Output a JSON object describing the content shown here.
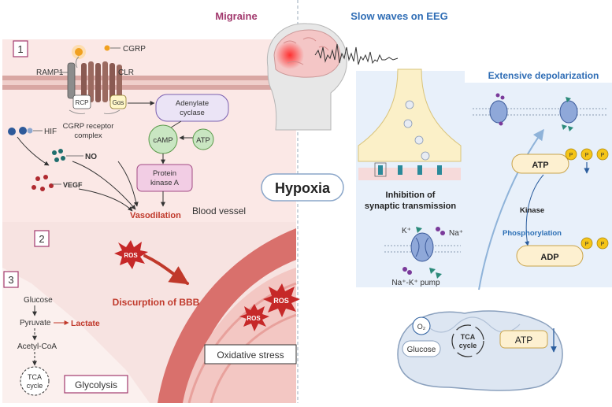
{
  "headings": {
    "migraine": "Migraine",
    "eeg": "Slow waves on EEG",
    "depolarization": "Extensive depolarization",
    "hypoxia": "Hypoxia"
  },
  "panel_numbers": {
    "one": "1",
    "two": "2",
    "three": "3"
  },
  "panel1": {
    "ramp1": "RAMP1",
    "cgrp": "CGRP",
    "clr": "CLR",
    "rcp": "RCP",
    "galpha": "Gαs",
    "complex_line1": "CGRP receptor",
    "complex_line2": "complex",
    "adenylate_line1": "Adenylate",
    "adenylate_line2": "cyclase",
    "camp": "cAMP",
    "atp": "ATP",
    "hif": "HIF",
    "no": "NO",
    "vegf": "VEGF",
    "pka_line1": "Protein",
    "pka_line2": "kinase A",
    "vasodilation": "Vasodilation",
    "blood_vessel": "Blood vessel"
  },
  "panel2": {
    "ros": "ROS",
    "bbb": "Discurption of BBB",
    "oxidative": "Oxidative stress"
  },
  "panel3": {
    "glucose": "Glucose",
    "pyruvate": "Pyruvate",
    "lactate": "Lactate",
    "acetyl": "Acetyl-CoA",
    "tca_line1": "TCA",
    "tca_line2": "cycle",
    "glycolysis": "Glycolysis"
  },
  "synapse": {
    "inhibition_line1": "Inhibition of",
    "inhibition_line2": "synaptic transmission",
    "k": "K⁺",
    "na": "Na⁺",
    "pump": "Na⁺-K⁺ pump"
  },
  "energy": {
    "atp": "ATP",
    "adp": "ADP",
    "p": "P",
    "kinase": "Kinase",
    "phosphorylation": "Phosphorylation"
  },
  "mito": {
    "o2": "O₂",
    "glucose": "Glucose",
    "tca_line1": "TCA",
    "tca_line2": "cycle",
    "atp": "ATP"
  }
}
